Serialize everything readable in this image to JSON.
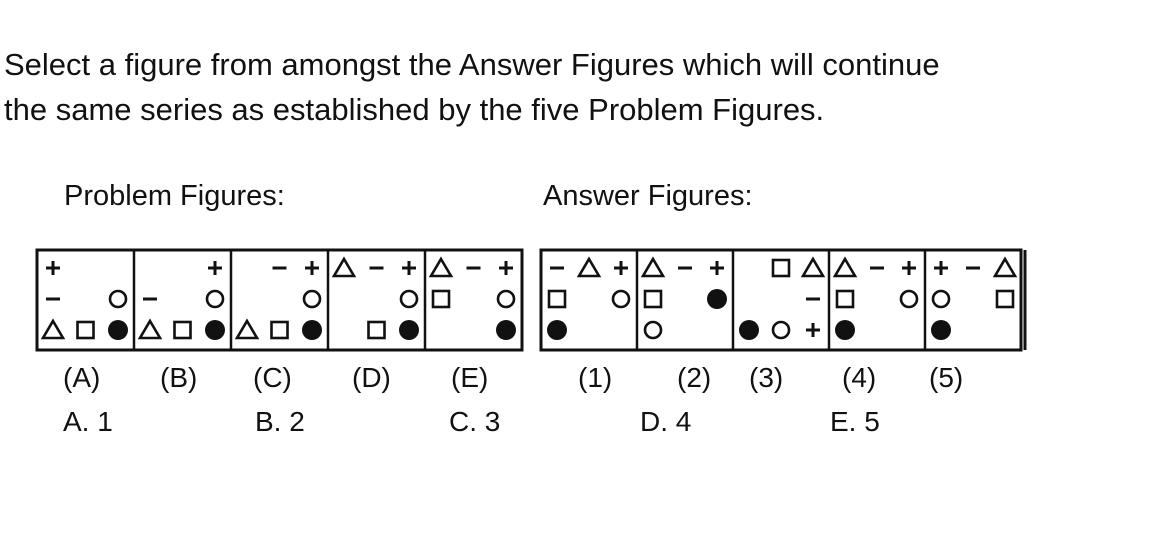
{
  "question": {
    "line1": "Select a figure from amongst the Answer Figures which will continue",
    "line2": "the same series as established by the five Problem Figures."
  },
  "problem_heading": "Problem Figures:",
  "answer_heading": "Answer Figures:",
  "problem_labels": [
    "(A)",
    "(B)",
    "(C)",
    "(D)",
    "(E)"
  ],
  "answer_labels": [
    "(1)",
    "(2)",
    "(3)",
    "(4)",
    "(5)"
  ],
  "options": [
    "A. 1",
    "B. 2",
    "C. 3",
    "D. 4",
    "E. 5"
  ],
  "problem_figures": [
    [
      {
        "s": "plus",
        "p": "tl"
      },
      {
        "s": "minus",
        "p": "ml"
      },
      {
        "s": "circle",
        "p": "mr"
      },
      {
        "s": "triangle",
        "p": "bl"
      },
      {
        "s": "square",
        "p": "bc"
      },
      {
        "s": "dot",
        "p": "br"
      }
    ],
    [
      {
        "s": "plus",
        "p": "tr"
      },
      {
        "s": "minus",
        "p": "ml"
      },
      {
        "s": "circle",
        "p": "mr"
      },
      {
        "s": "triangle",
        "p": "bl"
      },
      {
        "s": "square",
        "p": "bc"
      },
      {
        "s": "dot",
        "p": "br"
      }
    ],
    [
      {
        "s": "minus",
        "p": "tc"
      },
      {
        "s": "plus",
        "p": "tr"
      },
      {
        "s": "circle",
        "p": "mr"
      },
      {
        "s": "triangle",
        "p": "bl"
      },
      {
        "s": "square",
        "p": "bc"
      },
      {
        "s": "dot",
        "p": "br"
      }
    ],
    [
      {
        "s": "triangle",
        "p": "tl"
      },
      {
        "s": "minus",
        "p": "tc"
      },
      {
        "s": "plus",
        "p": "tr"
      },
      {
        "s": "circle",
        "p": "mr"
      },
      {
        "s": "square",
        "p": "bc"
      },
      {
        "s": "dot",
        "p": "br"
      }
    ],
    [
      {
        "s": "triangle",
        "p": "tl"
      },
      {
        "s": "minus",
        "p": "tc"
      },
      {
        "s": "plus",
        "p": "tr"
      },
      {
        "s": "square",
        "p": "ml"
      },
      {
        "s": "circle",
        "p": "mr"
      },
      {
        "s": "dot",
        "p": "br"
      }
    ]
  ],
  "answer_figures": [
    [
      {
        "s": "minus",
        "p": "tl"
      },
      {
        "s": "triangle",
        "p": "tc"
      },
      {
        "s": "plus",
        "p": "tr"
      },
      {
        "s": "square",
        "p": "ml"
      },
      {
        "s": "circle",
        "p": "mr"
      },
      {
        "s": "dot",
        "p": "bl"
      }
    ],
    [
      {
        "s": "triangle",
        "p": "tl"
      },
      {
        "s": "minus",
        "p": "tc"
      },
      {
        "s": "plus",
        "p": "tr"
      },
      {
        "s": "square",
        "p": "ml"
      },
      {
        "s": "dot",
        "p": "mr"
      },
      {
        "s": "circle",
        "p": "bl"
      }
    ],
    [
      {
        "s": "square",
        "p": "tc"
      },
      {
        "s": "triangle",
        "p": "tr"
      },
      {
        "s": "minus",
        "p": "mr"
      },
      {
        "s": "dot",
        "p": "bl"
      },
      {
        "s": "circle",
        "p": "bc"
      },
      {
        "s": "plus",
        "p": "br"
      }
    ],
    [
      {
        "s": "triangle",
        "p": "tl"
      },
      {
        "s": "minus",
        "p": "tc"
      },
      {
        "s": "plus",
        "p": "tr"
      },
      {
        "s": "square",
        "p": "ml"
      },
      {
        "s": "circle",
        "p": "mr"
      },
      {
        "s": "dot",
        "p": "bl"
      }
    ],
    [
      {
        "s": "plus",
        "p": "tl"
      },
      {
        "s": "minus",
        "p": "tc"
      },
      {
        "s": "triangle",
        "p": "tr"
      },
      {
        "s": "circle",
        "p": "ml"
      },
      {
        "s": "square",
        "p": "mr"
      },
      {
        "s": "dot",
        "p": "bl"
      }
    ]
  ]
}
